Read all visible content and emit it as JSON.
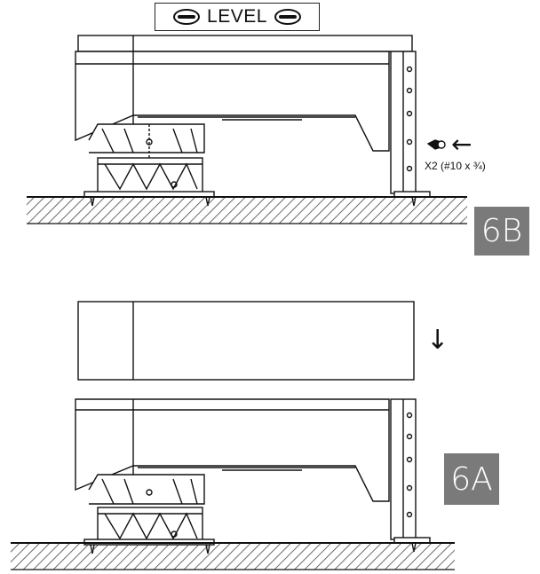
{
  "level_label": {
    "text": "LEVEL",
    "left_icon": "level-bubble-icon",
    "right_icon": "level-bubble-icon"
  },
  "step_6b": {
    "badge": "6B",
    "screw_note": "X2 (#10 x ¾)",
    "arrow_icon": "arrow-left-icon"
  },
  "step_6a": {
    "badge": "6A",
    "arrow_icon": "arrow-down-icon"
  },
  "colors": {
    "badge_bg": "#7a7a7a",
    "line": "#111111",
    "hatch": "#444444"
  }
}
